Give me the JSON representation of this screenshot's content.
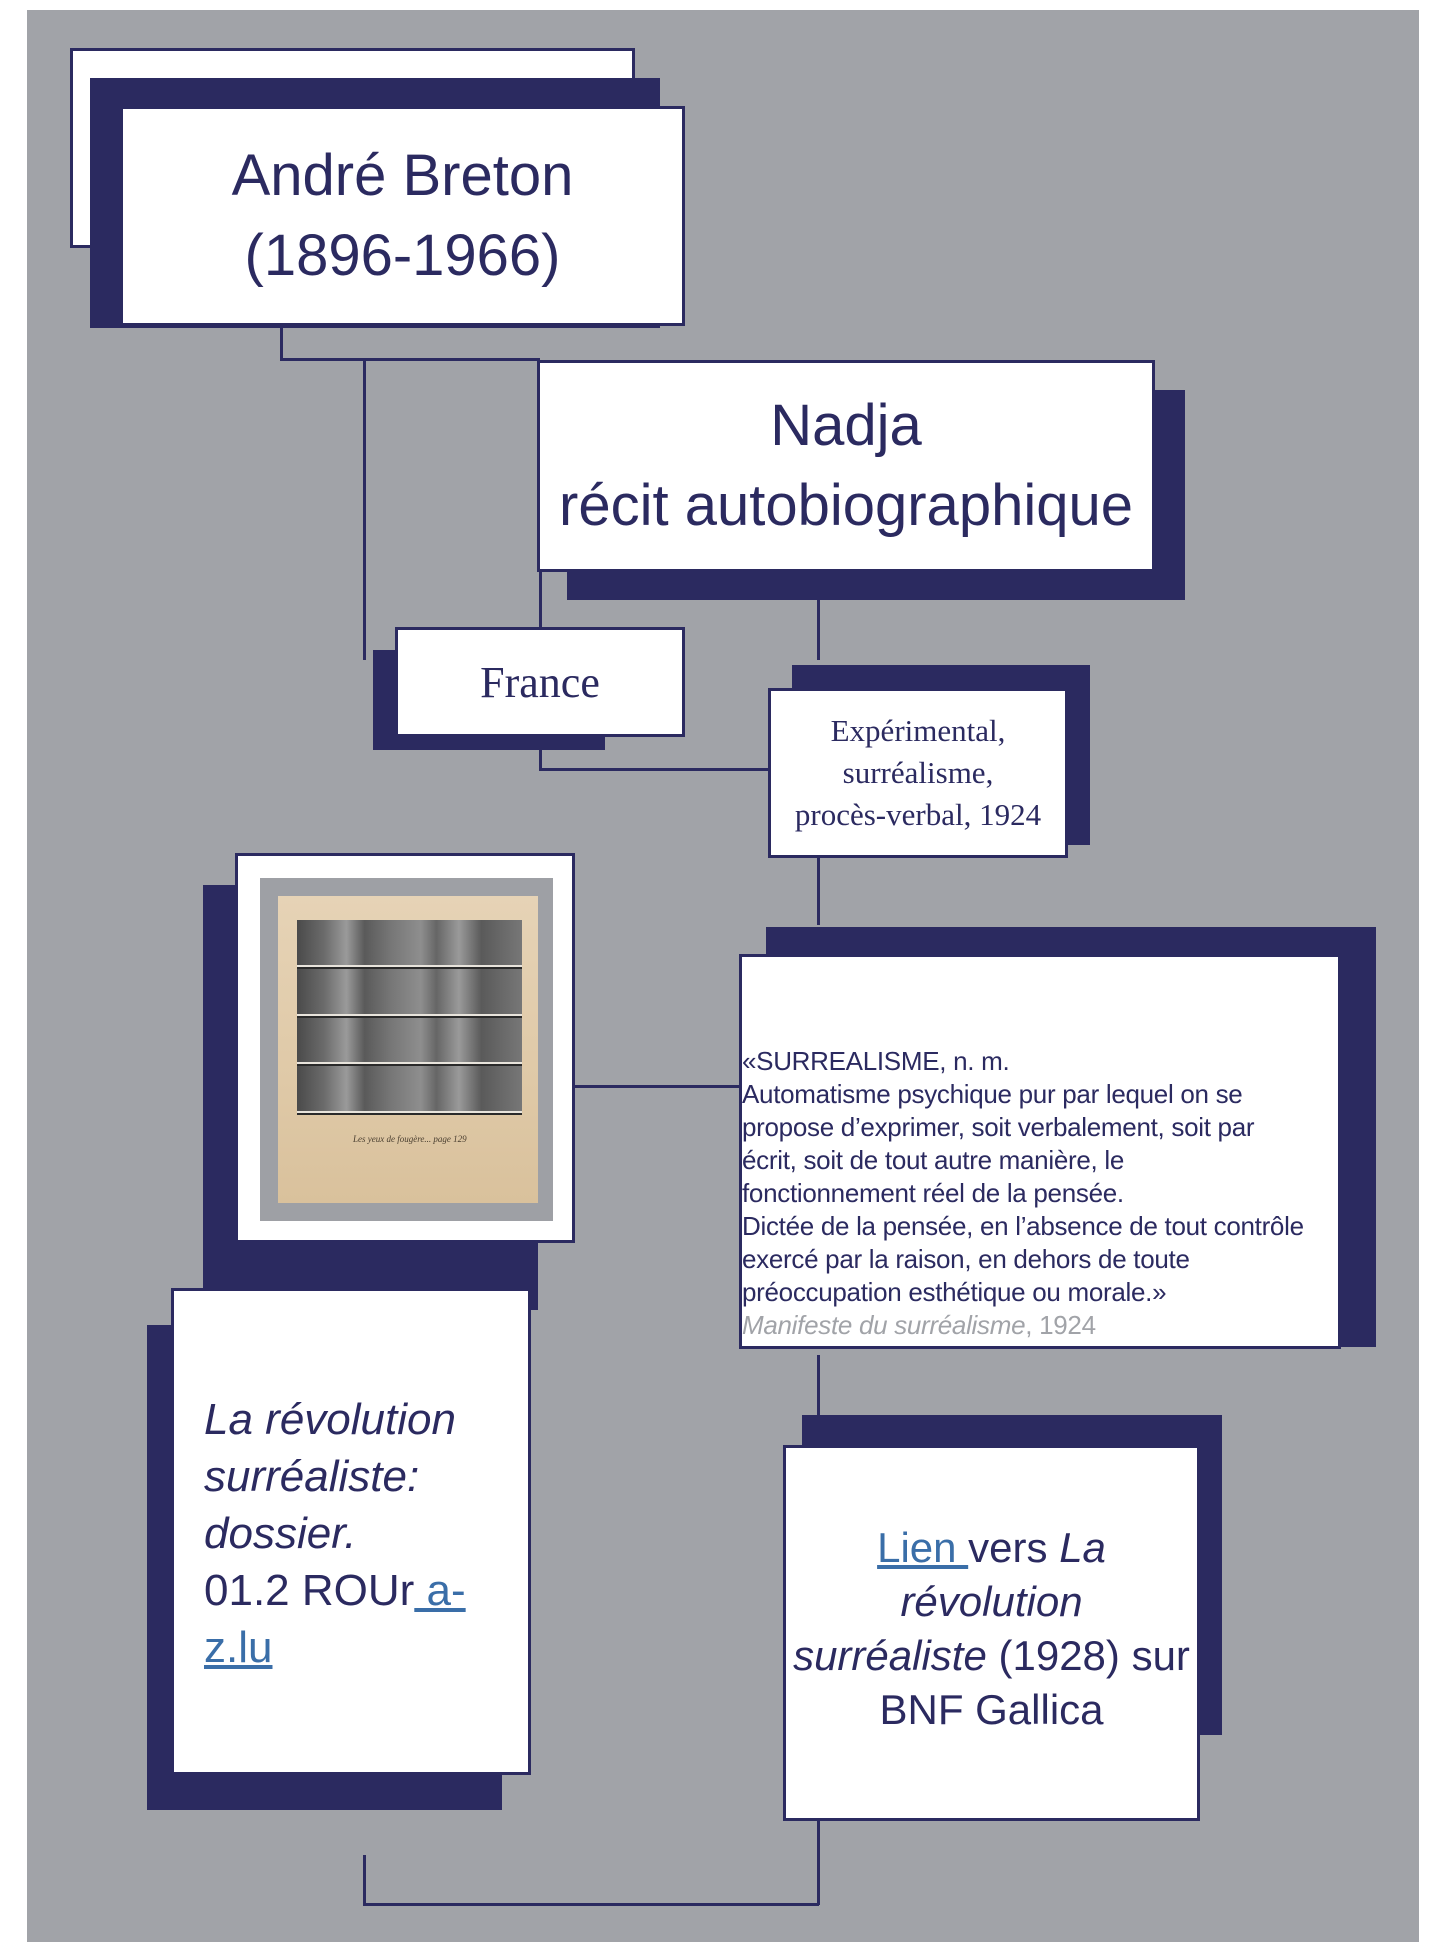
{
  "author": {
    "name": "André Breton",
    "dates": "(1896-1966)"
  },
  "work": {
    "title": "Nadja",
    "genre": "récit autobiographique"
  },
  "country": "France",
  "genre_tags": [
    "Expérimental,",
    "surréalisme,",
    "procès-verbal, 1924"
  ],
  "image": {
    "caption": "Les yeux de fougère... page 129"
  },
  "quote": {
    "lines": [
      "«SURREALISME, n. m.",
      "Automatisme psychique pur par lequel on se",
      "propose d’exprimer, soit verbalement, soit par",
      "écrit, soit de tout autre manière, le",
      "fonctionnement réel de la pensée.",
      "Dictée de la pensée, en l’absence de tout contrôle",
      "exercé par la raison, en dehors de toute",
      "préoccupation esthétique ou morale.»"
    ],
    "source_title": "Manifeste du surréalisme",
    "source_year": ", 1924"
  },
  "dossier": {
    "line1": "La révolution",
    "line2": "surréaliste: dossier.",
    "call_number": "01.2 ROUr",
    "link": " a-z.lu"
  },
  "bnf": {
    "link": "Lien ",
    "text1": "vers ",
    "title1": "La révolution",
    "title2": "surréaliste",
    "text2": " (1928) sur",
    "text3": "BNF Gallica"
  },
  "colors": {
    "background": "#a1a3a8",
    "navy": "#2b2a60",
    "box": "#ffffff",
    "link": "#3a6ea8"
  }
}
